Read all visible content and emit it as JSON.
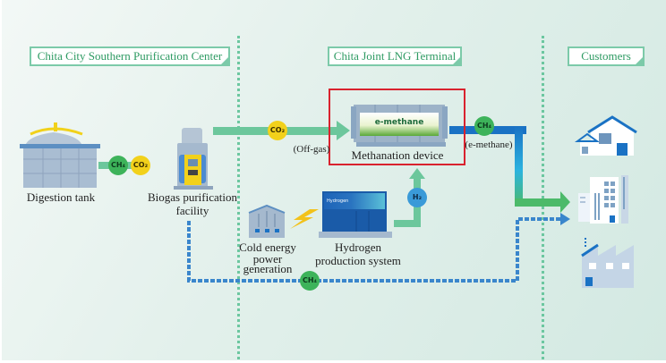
{
  "sections": [
    {
      "id": "purification-center",
      "title": "Chita City Southern Purification Center"
    },
    {
      "id": "lng-terminal",
      "title": "Chita Joint LNG Terminal"
    },
    {
      "id": "customers",
      "title": "Customers"
    }
  ],
  "nodes": {
    "digestion_tank": "Digestion tank",
    "biogas_facility_line1": "Biogas purification",
    "biogas_facility_line2": "facility",
    "methanation_device": "Methanation device",
    "emethane_logo": "e-methane",
    "cold_energy_line1": "Cold energy",
    "cold_energy_line2": "power",
    "cold_energy_line3": "generation",
    "hydrogen_line1": "Hydrogen",
    "hydrogen_line2": "production system",
    "hydrogen_screen_label": "Hydrogen"
  },
  "flows": {
    "ch4_badge": "CH₄",
    "co2_badge": "CO₂",
    "h2_badge": "H₂",
    "offgas_label": "(Off-gas)",
    "emethane_label": "(e-methane)"
  },
  "customers": [
    "house",
    "office-building",
    "factory"
  ],
  "colors": {
    "section_green": "#2d9a62",
    "flow_green": "#6cc79c",
    "flow_blue": "#1a72c4",
    "highlight_red": "#d9222e",
    "ch4": "#3db35a",
    "co2": "#f2d11b",
    "h2": "#3a9ad8"
  }
}
